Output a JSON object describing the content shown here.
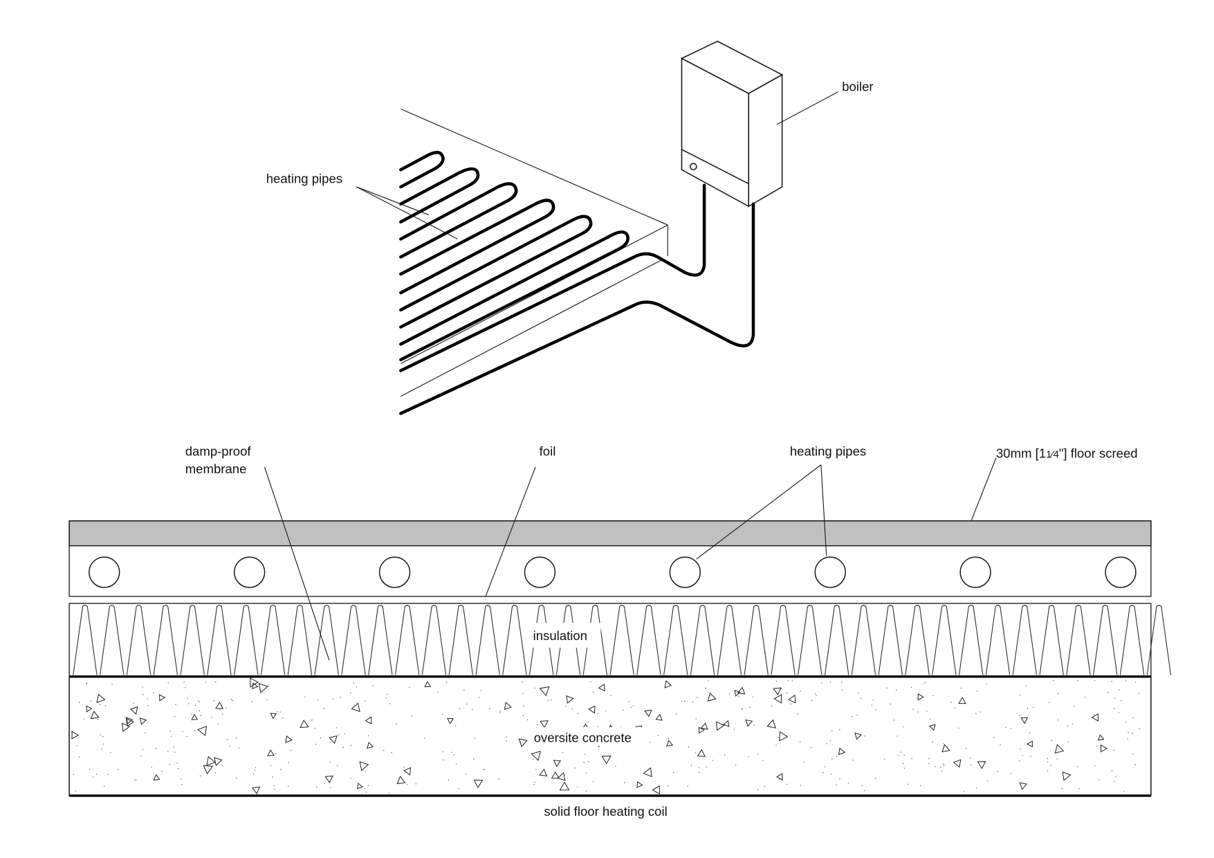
{
  "title": "solid floor heating coil",
  "colors": {
    "screed": "#c0c0c0",
    "line": "#1a1a1a",
    "pipe": "#000000",
    "background": "#ffffff"
  },
  "isometric_view": {
    "labels": {
      "heating_pipes": "heating pipes",
      "boiler": "boiler"
    },
    "pipe_loops": 6
  },
  "section_view": {
    "labels": {
      "damp_proof_line1": "damp-proof",
      "damp_proof_line2": "membrane",
      "foil": "foil",
      "heating_pipes": "heating pipes",
      "screed_prefix": "30mm [1",
      "screed_fraction": "1⁄4",
      "screed_suffix": "\"] floor screed",
      "insulation": "insulation",
      "concrete": "oversite concrete"
    },
    "pipe_count": 8,
    "layers": [
      "floor screed",
      "heating pipes",
      "foil",
      "insulation",
      "damp-proof membrane",
      "oversite concrete"
    ]
  },
  "caption": "solid floor heating coil"
}
